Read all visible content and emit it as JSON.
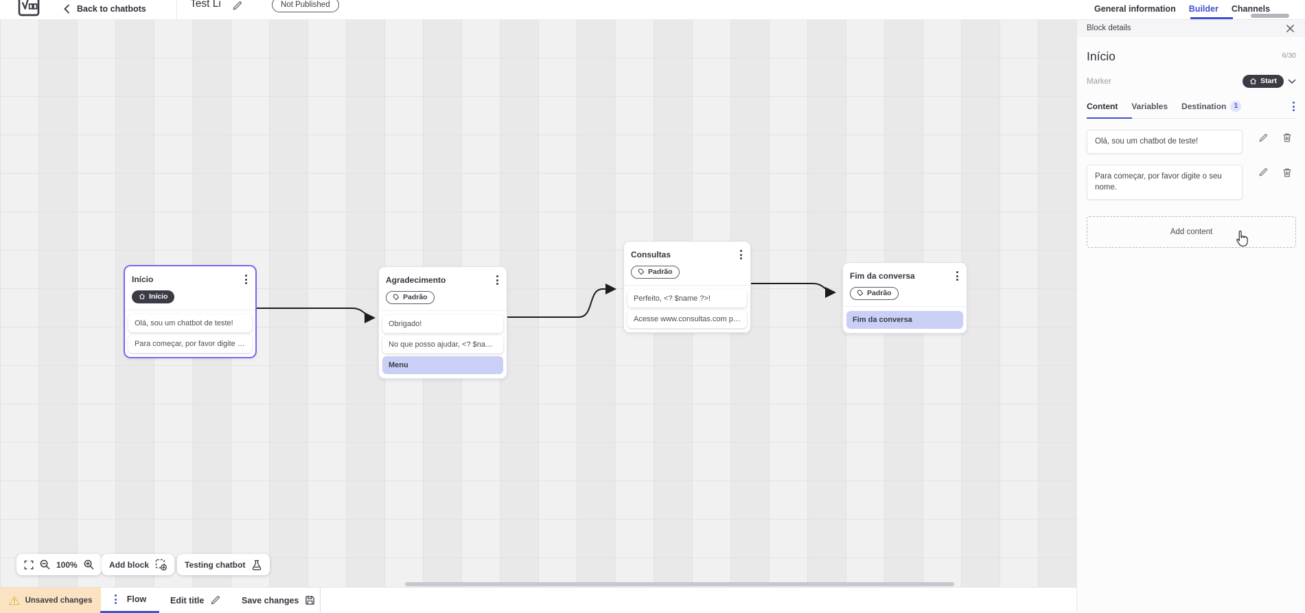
{
  "colors": {
    "accent": "#4150cf",
    "selected_block_border": "#7367f0",
    "dark_pill": "#3b3b46",
    "highlight_card": "#c9cff5",
    "destination_badge_bg": "#dfe3fb",
    "unsaved_bg": "#fbe3c2",
    "warning": "#d99e16",
    "canvas_bg": "#ededee",
    "wire": "#1c1c1c"
  },
  "top_bar": {
    "back_label": "Back to chatbots",
    "title": "Test Li",
    "status": "Not Published",
    "tabs": [
      {
        "label": "General information",
        "active": false
      },
      {
        "label": "Builder",
        "active": true
      },
      {
        "label": "Channels",
        "active": false
      }
    ]
  },
  "panel": {
    "header": "Block details",
    "block_name": "Início",
    "counter": "6/30",
    "marker_label": "Marker",
    "marker_value": "Start",
    "tabs": [
      {
        "label": "Content",
        "active": true
      },
      {
        "label": "Variables",
        "active": false
      },
      {
        "label": "Destination",
        "active": false,
        "badge": "1"
      }
    ],
    "contents": [
      {
        "text": "Olá, sou um chatbot de teste!"
      },
      {
        "text": "Para começar, por favor digite o seu nome."
      }
    ],
    "add_content_label": "Add content"
  },
  "canvas": {
    "zoom_level": "100%",
    "add_block_label": "Add block",
    "testing_label": "Testing chatbot",
    "blocks": [
      {
        "title": "Início",
        "badge": "Início",
        "badge_style": "start",
        "selected": true,
        "cards": [
          {
            "text": "Olá, sou um chatbot de teste!"
          },
          {
            "text": "Para começar, por favor digite o ..."
          }
        ]
      },
      {
        "title": "Agradecimento",
        "badge": "Padrão",
        "selected": false,
        "cards": [
          {
            "text": "Obrigado!"
          },
          {
            "text": "No que posso ajudar, <? $name ..."
          },
          {
            "text": "Menu",
            "highlight": true
          }
        ]
      },
      {
        "title": "Consultas",
        "badge": "Padrão",
        "selected": false,
        "cards": [
          {
            "text": "Perfeito, <? $name ?>!"
          },
          {
            "text": "Acesse www.consultas.com par..."
          }
        ]
      },
      {
        "title": "Fim da conversa",
        "badge": "Padrão",
        "selected": false,
        "cards": [
          {
            "text": "Fim da conversa",
            "highlight": true
          }
        ]
      }
    ]
  },
  "bottom_bar": {
    "unsaved_label": "Unsaved changes",
    "flow_tab": "Flow",
    "edit_title_label": "Edit title",
    "save_label": "Save changes"
  }
}
